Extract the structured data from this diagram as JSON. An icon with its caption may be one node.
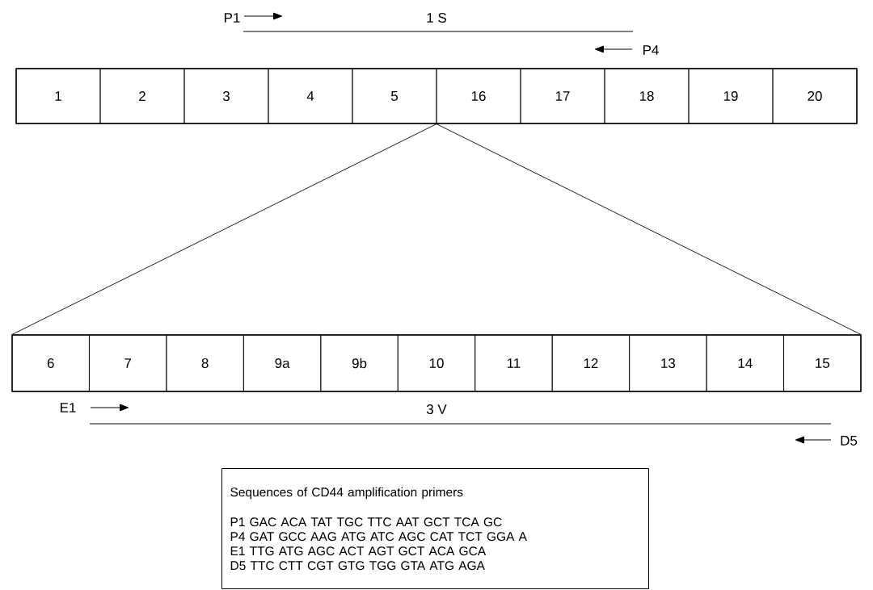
{
  "diagram": {
    "nodes": [
      {
        "text": [
          "1"
        ]
      },
      {
        "text": [
          "2"
        ]
      },
      {
        "text": [
          "3"
        ]
      },
      {
        "text": [
          "4"
        ]
      },
      {
        "text": [
          "5"
        ]
      },
      {
        "text": [
          "16"
        ]
      },
      {
        "text": [
          "17"
        ]
      },
      {
        "text": [
          "18"
        ]
      },
      {
        "text": [
          "19"
        ]
      },
      {
        "text": [
          "20"
        ]
      },
      {
        "text": [
          "6"
        ]
      },
      {
        "text": [
          "7"
        ]
      },
      {
        "text": [
          "8"
        ]
      },
      {
        "text": [
          "9a"
        ]
      },
      {
        "text": [
          "9b"
        ]
      },
      {
        "text": [
          "10"
        ]
      },
      {
        "text": [
          "11"
        ]
      },
      {
        "text": [
          "12"
        ]
      },
      {
        "text": [
          "13"
        ]
      },
      {
        "text": [
          "14"
        ]
      },
      {
        "text": [
          "15"
        ]
      },
      {
        "text": [
          "Sequences of CD44 amplification primers",
          "P1 GAC ACA TAT TGC TTC AAT GCT TCA GC",
          "P4 GAT GCC AAG ATG ATC AGC CAT TCT GGA A",
          "E1 TTG ATG AGC ACT AGT GCT ACA GCA",
          "D5 TTC CTT CGT GTG TGG GTA ATG AGA"
        ]
      }
    ],
    "edges": [
      {
        "from": 4,
        "to": 10,
        "arrow": "none"
      },
      {
        "from": 5,
        "to": 20,
        "arrow": "none"
      }
    ],
    "labels": [
      "P1",
      "1 S",
      "P4",
      "E1",
      "3 V",
      "D5"
    ]
  }
}
